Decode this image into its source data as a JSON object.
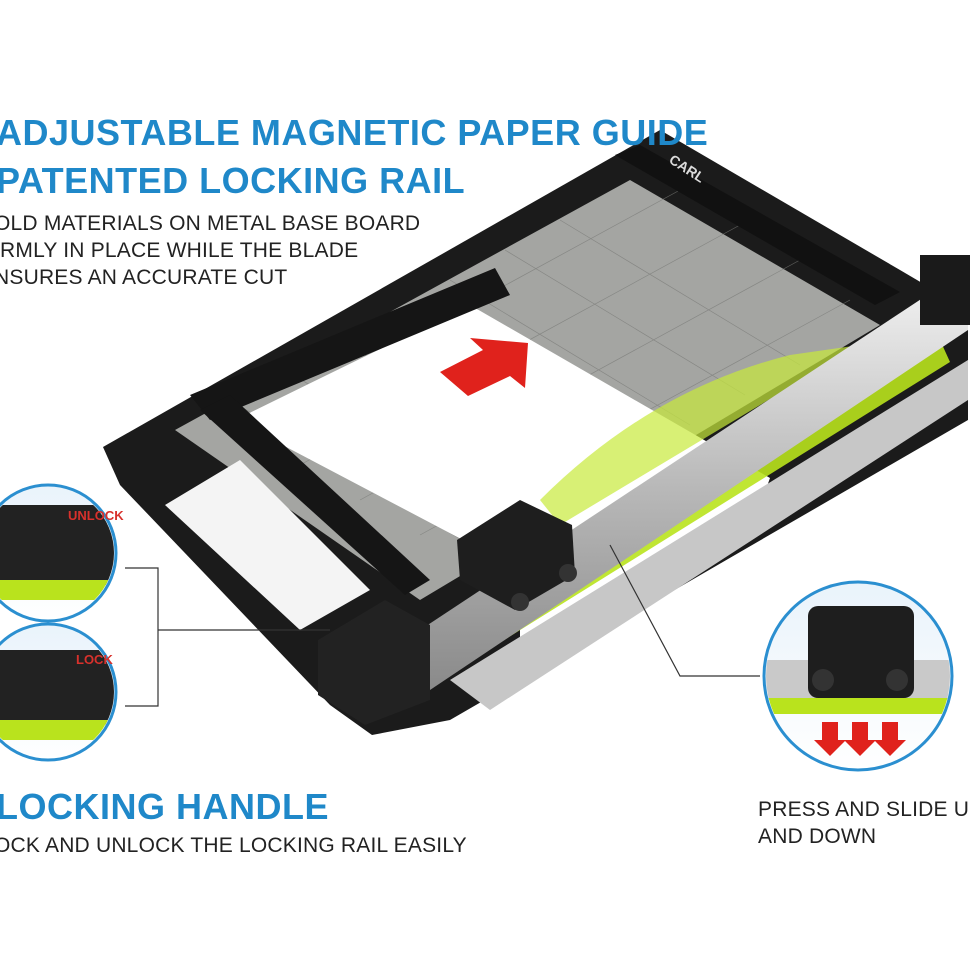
{
  "feature_paper_guide": {
    "title_line1": "ADJUSTABLE MAGNETIC PAPER GUIDE",
    "title_line2": "PATENTED LOCKING RAIL",
    "desc_line1": "OLD MATERIALS ON METAL BASE BOARD",
    "desc_line2": "IRMLY IN PLACE WHILE THE BLADE",
    "desc_line3": "NSURES AN ACCURATE CUT"
  },
  "feature_locking_handle": {
    "title": "LOCKING HANDLE",
    "desc": "OCK AND UNLOCK THE LOCKING RAIL EASILY",
    "unlock_label": "UNLOCK",
    "lock_label": "LOCK"
  },
  "feature_blade_slider": {
    "desc_line1": "PRESS AND SLIDE UP",
    "desc_line2": "AND DOWN"
  },
  "product": {
    "brand": "CARL"
  },
  "colors": {
    "headline_blue": "#1f88c9",
    "arrow_red": "#e0221c",
    "cutting_line_green": "#b9e31d",
    "base_black": "#1b1b1b"
  }
}
